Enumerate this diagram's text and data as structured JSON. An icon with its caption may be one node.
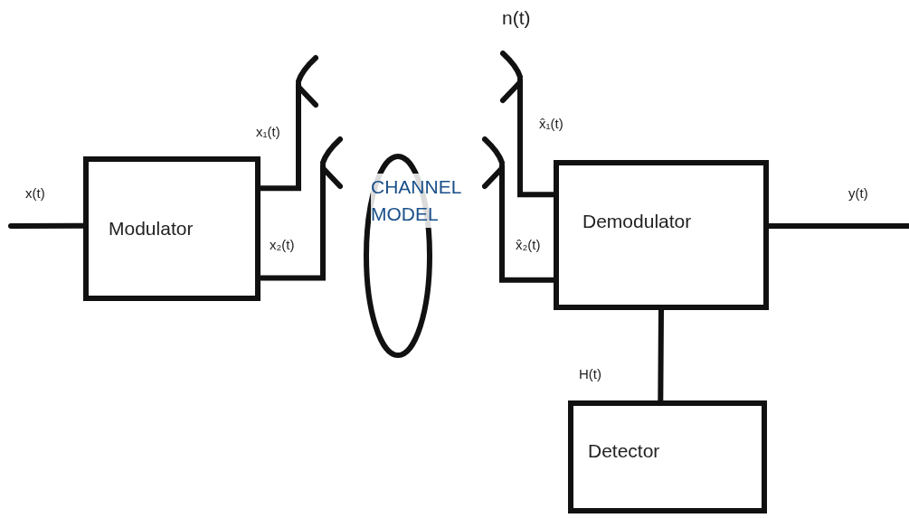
{
  "diagram": {
    "nodes": [
      {
        "text": [
          "Modulator"
        ]
      },
      {
        "text": [],
        "shape": "antenna"
      },
      {
        "text": [],
        "shape": "antenna"
      },
      {
        "text": [
          "CHANNEL MODEL"
        ]
      },
      {
        "text": [],
        "shape": "antenna"
      },
      {
        "text": [],
        "shape": "antenna"
      },
      {
        "text": [
          "Demodulator"
        ]
      },
      {
        "text": [
          "Detector"
        ]
      }
    ],
    "edges": [
      {
        "from": null,
        "to": 0,
        "arrow": "none",
        "label": "x(t)"
      },
      {
        "from": 0,
        "to": 1,
        "arrow": "none",
        "label": "x₁(t)"
      },
      {
        "from": 0,
        "to": 2,
        "arrow": "none",
        "label": "x₂(t)"
      },
      {
        "from": 5,
        "to": 6,
        "arrow": "none",
        "label": "x̂₁(t)"
      },
      {
        "from": 4,
        "to": 6,
        "arrow": "none",
        "label": "x̂₂(t)"
      },
      {
        "from": 6,
        "to": null,
        "arrow": "none",
        "label": "y(t)"
      },
      {
        "from": 6,
        "to": 7,
        "arrow": "none",
        "label": "H(t)"
      }
    ],
    "labels": [
      "n(t)"
    ]
  }
}
